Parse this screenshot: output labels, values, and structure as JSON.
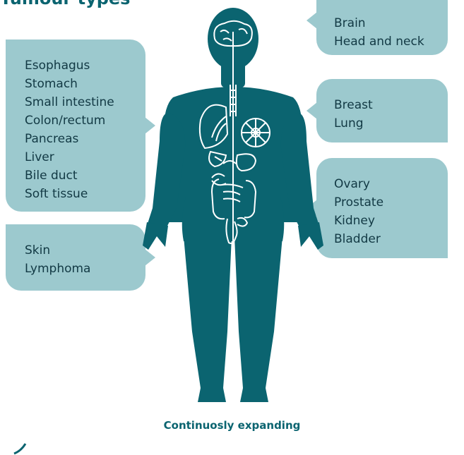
{
  "header": {
    "title": "Tumour types"
  },
  "bubbles": {
    "digestive": [
      "Esophagus",
      "Stomach",
      "Small intestine",
      "Colon/rectum",
      "Pancreas",
      "Liver",
      "Bile duct",
      "Soft tissue"
    ],
    "skin": [
      "Skin",
      "Lymphoma"
    ],
    "brain": [
      "Brain",
      "Head and neck"
    ],
    "breast": [
      "Breast",
      "Lung"
    ],
    "ovary": [
      "Ovary",
      "Prostate",
      "Kidney",
      "Bladder"
    ]
  },
  "footer": {
    "text": "Continuosly expanding"
  },
  "colors": {
    "body": "#0b6470",
    "bubble": "#9cc9ce",
    "organ": "#ffffff",
    "text": "#123944"
  }
}
